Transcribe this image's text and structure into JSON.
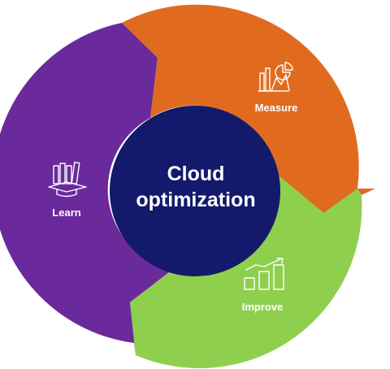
{
  "center": {
    "line1": "Cloud",
    "line2": "optimization"
  },
  "segments": [
    {
      "id": "measure",
      "label": "Measure",
      "color": "#e06b1f",
      "icon": "chart-icon"
    },
    {
      "id": "improve",
      "label": "Improve",
      "color": "#8fcf4e",
      "icon": "growth-bars-icon"
    },
    {
      "id": "learn",
      "label": "Learn",
      "color": "#6b2a9b",
      "icon": "books-icon"
    }
  ],
  "colors": {
    "center": "#131a6b",
    "background": "#ffffff"
  }
}
